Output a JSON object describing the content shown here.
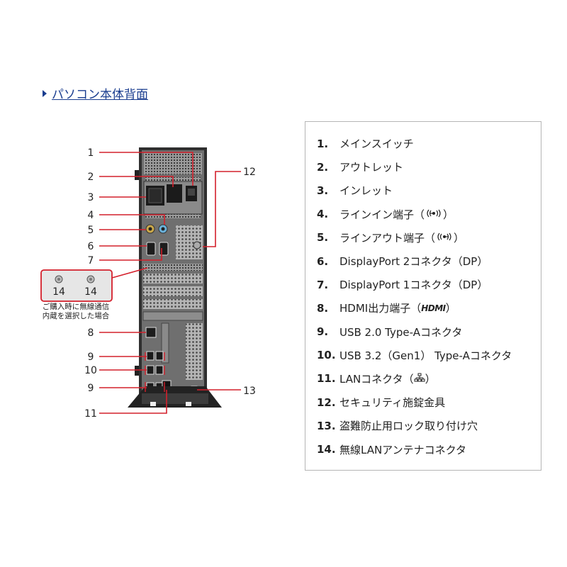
{
  "header": {
    "link_text": "パソコン本体背面"
  },
  "callouts": {
    "c1": "1",
    "c2": "2",
    "c3": "3",
    "c4": "4",
    "c5": "5",
    "c6": "6",
    "c7": "7",
    "c8": "8",
    "c9a": "9",
    "c10": "10",
    "c9b": "9",
    "c11": "11",
    "c12": "12",
    "c13": "13",
    "c14a": "14",
    "c14b": "14"
  },
  "note": {
    "line1": "ご購入時に無線通信",
    "line2": "内蔵を選択した場合"
  },
  "legend": [
    {
      "num": "1.",
      "label": "メインスイッチ"
    },
    {
      "num": "2.",
      "label": "アウトレット"
    },
    {
      "num": "3.",
      "label": "インレット"
    },
    {
      "num": "4.",
      "label": "ラインイン端子（",
      "suffix": "）",
      "icon": "line-in-icon"
    },
    {
      "num": "5.",
      "label": "ラインアウト端子（",
      "suffix": "）",
      "icon": "line-out-icon"
    },
    {
      "num": "6.",
      "label": "DisplayPort 2コネクタ（DP）"
    },
    {
      "num": "7.",
      "label": "DisplayPort 1コネクタ（DP）"
    },
    {
      "num": "8.",
      "label": "HDMI出力端子（",
      "suffix": "）",
      "icon": "hdmi-logo",
      "logo_text": "HDMI"
    },
    {
      "num": "9.",
      "label": "USB 2.0 Type-Aコネクタ"
    },
    {
      "num": "10.",
      "label": "USB 3.2（Gen1） Type-Aコネクタ"
    },
    {
      "num": "11.",
      "label": "LANコネクタ（",
      "suffix": "）",
      "icon": "lan-icon"
    },
    {
      "num": "12.",
      "label": "セキュリティ施錠金具"
    },
    {
      "num": "13.",
      "label": "盗難防止用ロック取り付け穴"
    },
    {
      "num": "14.",
      "label": "無線LANアンテナコネクタ"
    }
  ],
  "colors": {
    "callout_line": "#d4202c",
    "link": "#1a3d8f",
    "case": "#3a3a3a"
  }
}
